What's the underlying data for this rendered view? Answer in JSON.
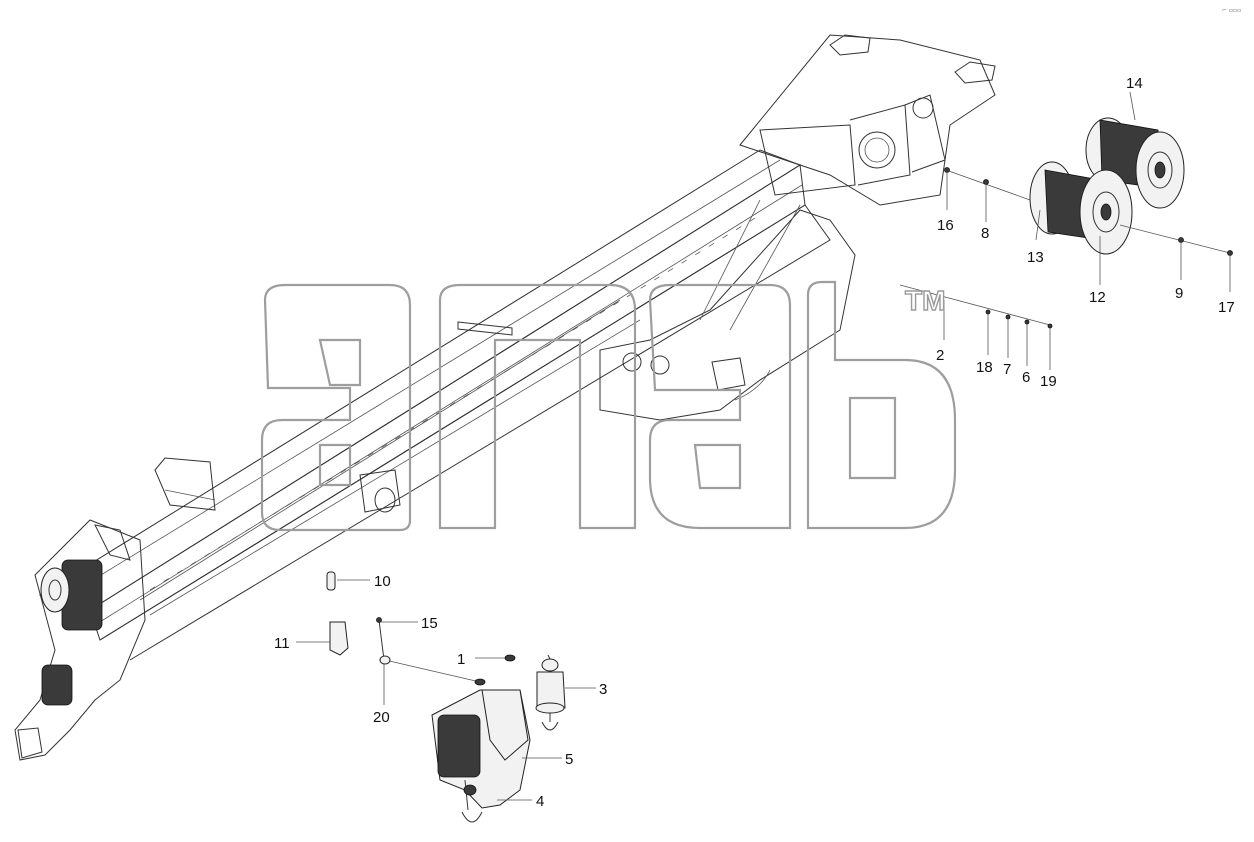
{
  "diagram": {
    "watermark_tm": "TM",
    "corner_mark": "⌐ ▫▫▫",
    "labels": {
      "p1": "1",
      "p2": "2",
      "p3": "3",
      "p4": "4",
      "p5": "5",
      "p6": "6",
      "p7": "7",
      "p8": "8",
      "p9": "9",
      "p10": "10",
      "p11": "11",
      "p12": "12",
      "p13": "13",
      "p14": "14",
      "p15": "15",
      "p16": "16",
      "p17": "17",
      "p18": "18",
      "p19": "19",
      "p20": "20"
    }
  }
}
